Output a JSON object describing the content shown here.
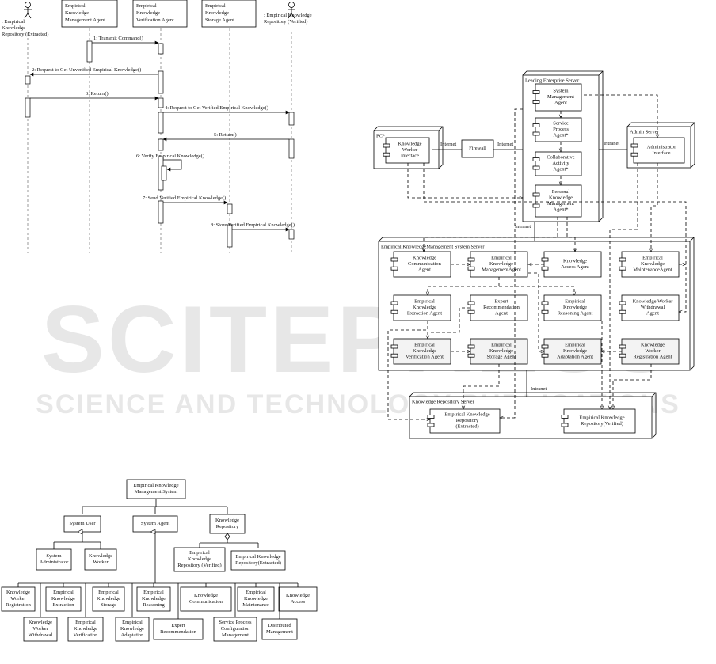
{
  "sequence": {
    "actors": [
      ": Empirical\nKnowledge\nRepository (Extracted)",
      "Empirical\nKnowledge\nManagement Agent",
      "Empirical\nKnowledge\nVerification Agent",
      "Empirical\nKnowledge\nStorage Agent",
      ": Empirical Knowledge\nRepository (Verified)"
    ],
    "messages": [
      "1: Transmit Command()",
      "2: Request to Get Unverified Empirical Knowledge()",
      "3: Return()",
      "4: Request to Get Verified Empirical Knowledge()",
      "5: Return()",
      "6: Verify Empirical Knowledge()",
      "7: Send Verified Empirical Knowledge()",
      "8: Store Verified Empirical Knowledge()"
    ]
  },
  "deployment": {
    "leading_server": "Leading Enterprise Server",
    "pc": "PC*",
    "admin_server": "Admin Server",
    "ekms_server": "Empirical KnowledgeManagement System Server",
    "repo_server": "Knowledge Repository Server",
    "firewall": "Firewall",
    "internet": "Internet",
    "intranet": "Intranet",
    "leading_components": [
      "System\nManagement\nAgent",
      "Service\nProcess\nAgent*",
      "Collaborative\nActivity\nAgent*",
      "Personal\nKnowledge\nManagement\nAgent*"
    ],
    "pc_component": "Knowledge\nWorker\nInterface",
    "admin_component": "Administrator\nInterface",
    "ekms_components": [
      "Knowledge\nCommunication\nAgent",
      "Empirical\nKnowledge\nManagementAgent",
      "Knowledge\nAccess Agent",
      "Empirical\nKnowledge\nMaintenanceAgent",
      "Empirical\nKnowledge\nExtraction Agent",
      "Expert\nRecommendation\nAgent",
      "Empirical\nKnowledge\nReasoning Agent",
      "Knowledge Worker\nWithdrawal\nAgent",
      "Empirical\nKnowledge\nVerification Agent",
      "Empirical\nKnowledge\nStorage Agent",
      "Empirical\nKnowledge\nAdaptation Agent",
      "Knowledge\nWorker\nRegistration Agent"
    ],
    "repo_components": [
      "Empirical Knowledge\nRepository\n(Extracted)",
      "Empirical Knowledge\nRepository(Verified)"
    ]
  },
  "classes": {
    "root": "Empirical Knowledge\nManagement System",
    "level1": [
      "System User",
      "System Agent",
      "Knowledge\nRepository"
    ],
    "users": [
      "System\nAdministrator",
      "Knowledge\nWorker"
    ],
    "repositories": [
      "Empirical\nKnowledge\nRepository (Verified)",
      "Empirical Knowledge\nRepository(Extracted)"
    ],
    "agents_top": [
      "Knowledge\nWorker\nRegistration",
      "Empirical\nKnowledge\nExtraction",
      "Empirical\nKnowledge\nStorage",
      "Empirical\nKnowledge\nReasoning",
      "Knowledge\nCommunication",
      "Empirical\nKnowledge\nMaintenance",
      "Knowledge\nAccess"
    ],
    "agents_bottom": [
      "Knowledge\nWorker\nWithdrawal",
      "Empirical\nKnowledge\nVerification",
      "Empirical\nKnowledge\nAdaptation",
      "Expert\nRecommendation",
      "Service Process\nConfiguration\nManagement",
      "Distributed\nManagement"
    ]
  },
  "watermark": {
    "title": "SCITEPRESS",
    "subtitle": "SCIENCE AND TECHNOLOGY PUBLICATIONS"
  }
}
